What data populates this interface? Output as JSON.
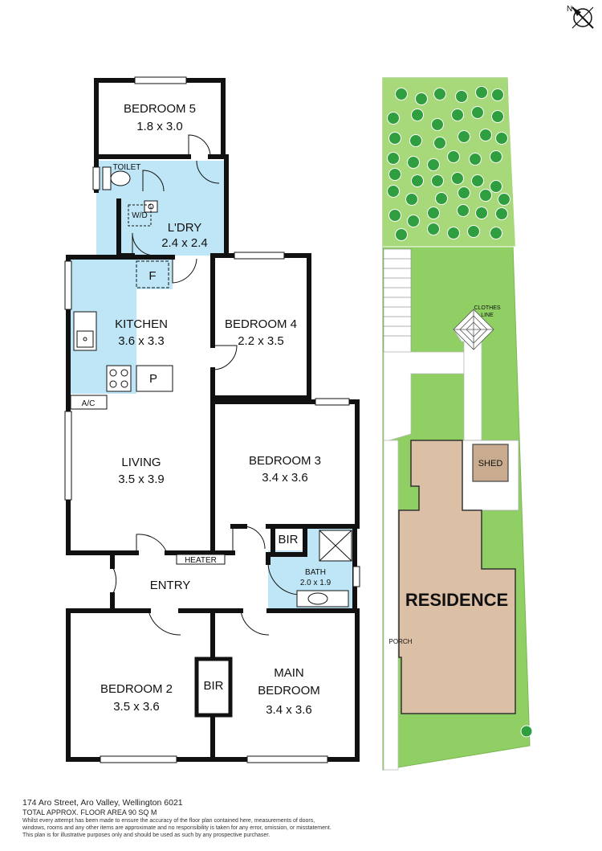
{
  "colors": {
    "wall": "#111111",
    "wet_area": "#bfe6f6",
    "lawn": "#8fcf63",
    "garden": "#a7d97b",
    "tree": "#2e9e3e",
    "residence": "#dcc0a6",
    "shed": "#c9ac8f",
    "paving": "#ffffff"
  },
  "compass": {
    "label": "N",
    "icon": "north-arrow-icon"
  },
  "rooms": {
    "bedroom5": {
      "name": "BEDROOM 5",
      "size": "1.8 x 3.0"
    },
    "toilet": {
      "name": "TOILET"
    },
    "laundry": {
      "name": "L'DRY",
      "size": "2.4 x 2.4",
      "wd": "W/D"
    },
    "fridge": "F",
    "kitchen": {
      "name": "KITCHEN",
      "size": "3.6 x 3.3",
      "pantry": "P"
    },
    "bedroom4": {
      "name": "BEDROOM 4",
      "size": "2.2 x 3.5"
    },
    "ac": "A/C",
    "living": {
      "name": "LIVING",
      "size": "3.5 x 3.9"
    },
    "bedroom3": {
      "name": "BEDROOM 3",
      "size": "3.4 x 3.6",
      "bir": "BIR"
    },
    "heater": "HEATER",
    "entry": {
      "name": "ENTRY"
    },
    "bath": {
      "name": "BATH",
      "size": "2.0 x 1.9"
    },
    "bedroom2": {
      "name": "BEDROOM 2",
      "size": "3.5 x 3.6"
    },
    "bir": "BIR",
    "main_bedroom": {
      "line1": "MAIN",
      "line2": "BEDROOM",
      "size": "3.4 x 3.6"
    }
  },
  "site": {
    "clothes_line": {
      "line1": "CLOTHES",
      "line2": "LINE"
    },
    "shed": "SHED",
    "residence": "RESIDENCE",
    "porch": "PORCH"
  },
  "footer": {
    "address": "174 Aro Street, Aro Valley, Wellington 6021",
    "area": "TOTAL APPROX. FLOOR AREA 90 SQ M",
    "disclaimer1": "Whilst every attempt has been made to ensure the accuracy of the floor plan contained here, measurements of doors,",
    "disclaimer2": "windows, rooms and any other items are approximate and no responsibility is taken for any error, omission, or misstatement.",
    "disclaimer3": "This plan is for illustrative purposes only and should be used as such by any prospective purchaser."
  }
}
